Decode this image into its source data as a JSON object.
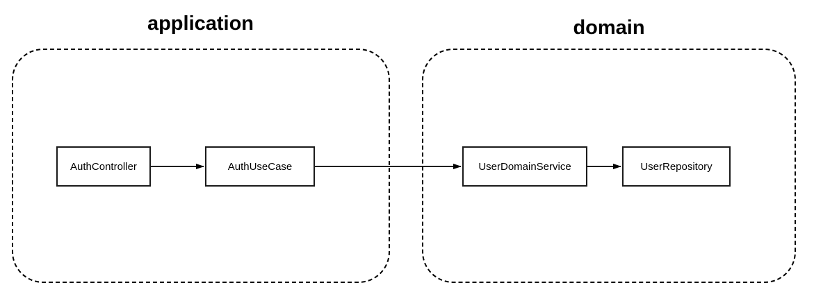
{
  "diagram": {
    "groups": [
      {
        "id": "application",
        "label": "application"
      },
      {
        "id": "domain",
        "label": "domain"
      }
    ],
    "nodes": [
      {
        "id": "auth-controller",
        "label": "AuthController",
        "group": "application"
      },
      {
        "id": "auth-use-case",
        "label": "AuthUseCase",
        "group": "application"
      },
      {
        "id": "user-domain-service",
        "label": "UserDomainService",
        "group": "domain"
      },
      {
        "id": "user-repository",
        "label": "UserRepository",
        "group": "domain"
      }
    ],
    "edges": [
      {
        "from": "AuthController",
        "to": "AuthUseCase",
        "type": "arrow"
      },
      {
        "from": "AuthUseCase",
        "to": "UserDomainService",
        "type": "arrow"
      },
      {
        "from": "UserDomainService",
        "to": "UserRepository",
        "type": "arrow"
      }
    ],
    "colors": {
      "background": "#ffffff",
      "line": "#000000",
      "node_border": "#1a1a1a",
      "text": "#000000"
    }
  }
}
